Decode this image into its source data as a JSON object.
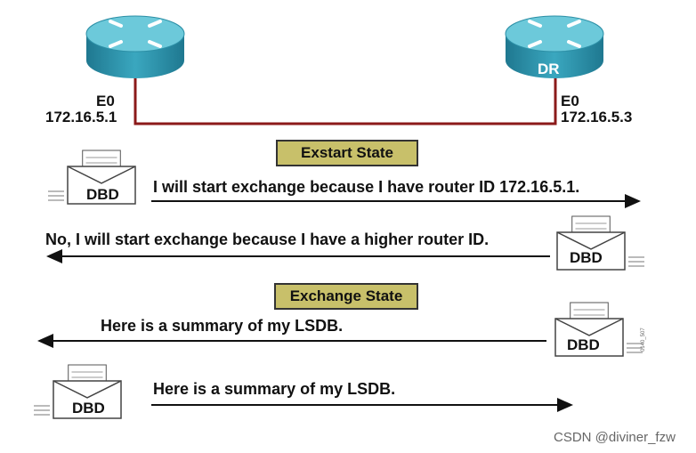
{
  "routers": {
    "left": {
      "port": "E0",
      "ip": "172.16.5.1"
    },
    "right": {
      "port": "E0",
      "ip": "172.16.5.3",
      "role": "DR"
    }
  },
  "states": {
    "exstart": "Exstart State",
    "exchange": "Exchange State"
  },
  "messages": {
    "m1": "I will start exchange because I have router ID 172.16.5.1.",
    "m2": "No, I will start exchange because I have a higher router ID.",
    "m3": "Here is a summary of my LSDB.",
    "m4": "Here is a summary of my LSDB."
  },
  "packet_label": "DBD",
  "side_code": "0140_507",
  "watermark": "CSDN @diviner_fzw",
  "colors": {
    "router_top": "#5bc4d6",
    "router_body": "#2c8fa6",
    "link": "#8b1a1a",
    "state_box": "#c8c06a"
  }
}
